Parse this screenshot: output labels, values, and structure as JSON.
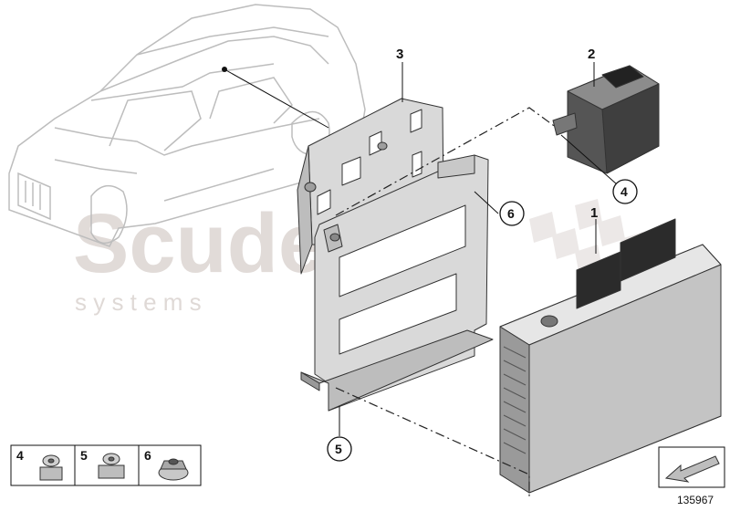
{
  "watermark": {
    "main": "Scuderia",
    "sub": "s  y  s  t  e  m  s"
  },
  "callouts": {
    "c1": "1",
    "c2": "2",
    "c3": "3",
    "c4": "4",
    "c5": "5",
    "c6": "6"
  },
  "legend": {
    "l4": "4",
    "l5": "5",
    "l6": "6"
  },
  "diagram_id": "135967",
  "colors": {
    "line": "#333333",
    "part_light": "#d9d9d9",
    "part_mid": "#bdbdbd",
    "part_dark": "#555555"
  }
}
